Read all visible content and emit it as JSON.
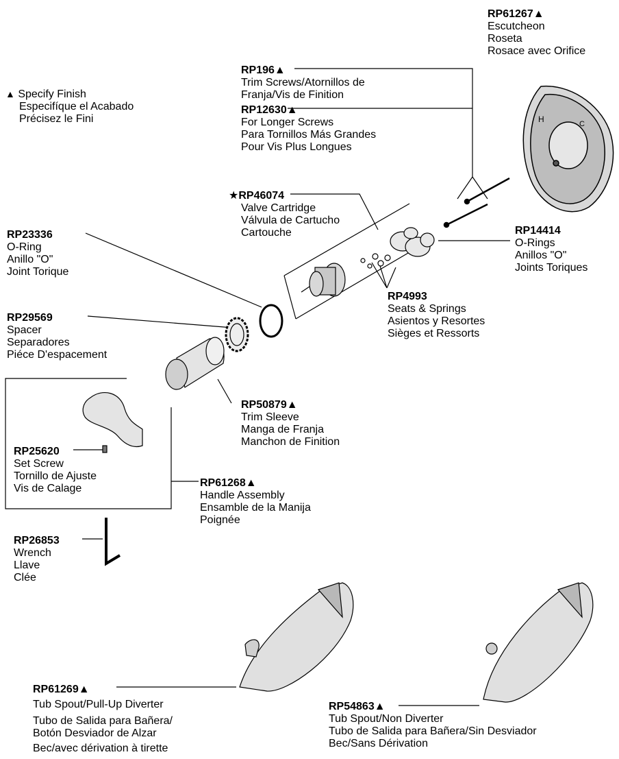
{
  "legend": {
    "symbol": "▲",
    "lines": [
      "Specify Finish",
      "Especifíque el Acabado",
      "Précisez le Fini"
    ]
  },
  "parts": {
    "escutcheon": {
      "code": "RP61267▲",
      "lines": [
        "Escutcheon",
        "Roseta",
        "Rosace avec Orifice"
      ]
    },
    "trim_screws": {
      "code": "RP196▲",
      "lines": [
        "Trim Screws/Atornillos de",
        "Franja/Vis de Finition"
      ]
    },
    "longer_screws": {
      "code": "RP12630▲",
      "lines": [
        "For Longer Screws",
        "Para Tornillos Más Grandes",
        "Pour Vis Plus Longues"
      ]
    },
    "cartridge": {
      "star": "★",
      "code": "RP46074",
      "lines": [
        "Valve Cartridge",
        "Válvula de Cartucho",
        "Cartouche"
      ]
    },
    "o_rings": {
      "code": "RP14414",
      "lines": [
        "O-Rings",
        "Anillos \"O\"",
        "Joints Toriques"
      ]
    },
    "o_ring": {
      "code": "RP23336",
      "lines": [
        "O-Ring",
        "Anillo \"O\"",
        "Joint Torique"
      ]
    },
    "seats_springs": {
      "code": "RP4993",
      "lines": [
        "Seats & Springs",
        "Asientos y Resortes",
        "Sièges et Ressorts"
      ]
    },
    "spacer": {
      "code": "RP29569",
      "lines": [
        "Spacer",
        "Separadores",
        "Piéce D'espacement"
      ]
    },
    "trim_sleeve": {
      "code": "RP50879▲",
      "lines": [
        "Trim Sleeve",
        "Manga de Franja",
        "Manchon de Finition"
      ]
    },
    "set_screw": {
      "code": "RP25620",
      "lines": [
        "Set Screw",
        "Tornillo de Ajuste",
        "Vis de Calage"
      ]
    },
    "handle": {
      "code": "RP61268▲",
      "lines": [
        "Handle Assembly",
        "Ensamble de la Manija",
        "Poignée"
      ]
    },
    "wrench": {
      "code": "RP26853",
      "lines": [
        "Wrench",
        "Llave",
        "Clée"
      ]
    },
    "spout_diverter": {
      "code": "RP61269▲",
      "lines": [
        "Tub Spout/Pull-Up Diverter",
        "Tubo de Salida para Bañera/",
        "Botón Desviador de Alzar",
        "Bec/avec dérivation à tirette"
      ]
    },
    "spout_non_diverter": {
      "code": "RP54863▲",
      "lines": [
        "Tub Spout/Non Diverter",
        "Tubo de Salida para Bañera/Sin Desviador",
        "Bec/Sans Dérivation"
      ]
    }
  },
  "escutcheon_marks": {
    "hot": "H",
    "cold": "C"
  }
}
